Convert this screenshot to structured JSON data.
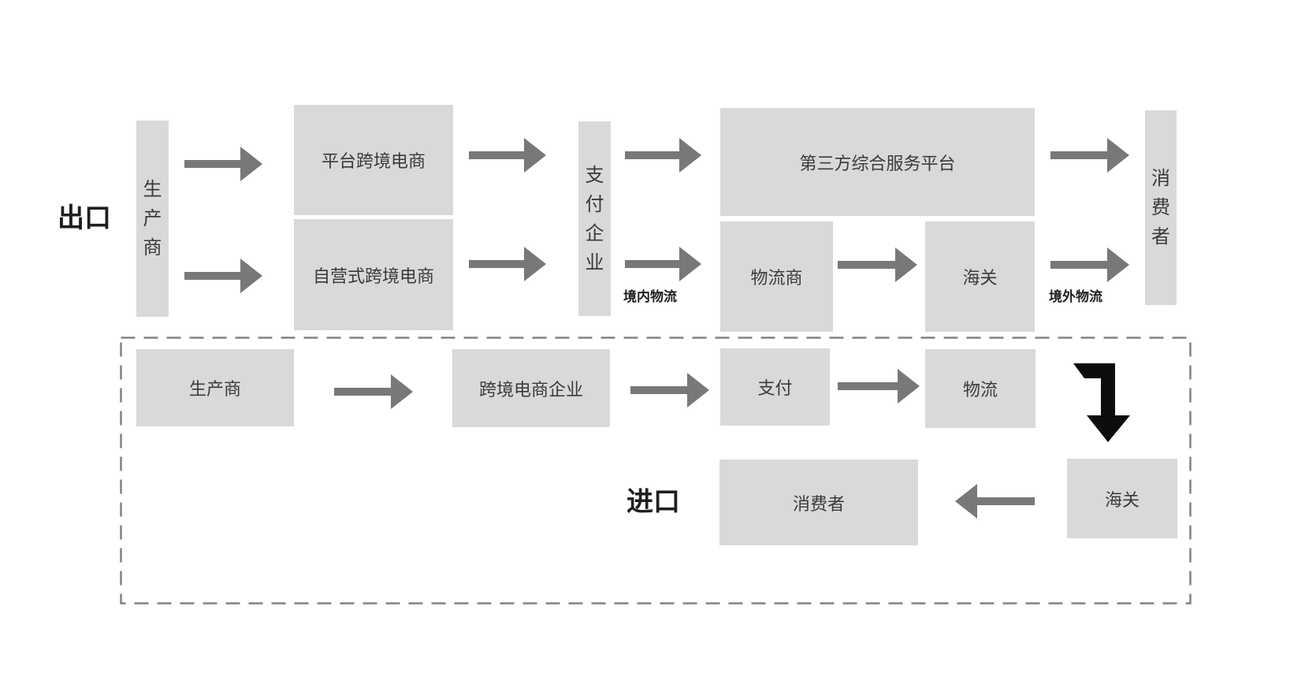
{
  "export_section": {
    "label": "出口",
    "nodes": {
      "producer": "生产商",
      "platform_ecommerce": "平台跨境电商",
      "self_operated_ecommerce": "自营式跨境电商",
      "payment_enterprise": "支付企业",
      "third_party_service_platform": "第三方综合服务平台",
      "logistics_provider": "物流商",
      "customs": "海关",
      "consumer": "消费者"
    },
    "flow_labels": {
      "domestic_logistics": "境内物流",
      "overseas_logistics": "境外物流"
    },
    "flows": [
      {
        "from": "producer",
        "to": "platform_ecommerce"
      },
      {
        "from": "producer",
        "to": "self_operated_ecommerce"
      },
      {
        "from": "platform_ecommerce",
        "to": "payment_enterprise"
      },
      {
        "from": "self_operated_ecommerce",
        "to": "payment_enterprise"
      },
      {
        "from": "payment_enterprise",
        "to": "third_party_service_platform"
      },
      {
        "from": "payment_enterprise",
        "to": "logistics_provider",
        "label": "境内物流"
      },
      {
        "from": "logistics_provider",
        "to": "customs"
      },
      {
        "from": "third_party_service_platform",
        "to": "consumer"
      },
      {
        "from": "customs",
        "to": "consumer",
        "label": "境外物流"
      }
    ]
  },
  "import_section": {
    "label": "进口",
    "nodes": {
      "producer": "生产商",
      "cross_border_ecommerce_enterprise": "跨境电商企业",
      "payment": "支付",
      "logistics": "物流",
      "customs": "海关",
      "consumer": "消费者"
    },
    "flows": [
      {
        "from": "producer",
        "to": "cross_border_ecommerce_enterprise"
      },
      {
        "from": "cross_border_ecommerce_enterprise",
        "to": "payment"
      },
      {
        "from": "payment",
        "to": "logistics"
      },
      {
        "from": "logistics",
        "to": "customs",
        "style": "black-bent-down-arrow"
      },
      {
        "from": "customs",
        "to": "consumer",
        "direction": "left"
      }
    ]
  },
  "colors": {
    "box_fill": "#d9d9d9",
    "arrow_gray": "#787878",
    "arrow_black": "#0d0d0d",
    "node_text": "#3a3a3a",
    "label_text": "#1f1f1f",
    "dash_color": "#828282"
  }
}
